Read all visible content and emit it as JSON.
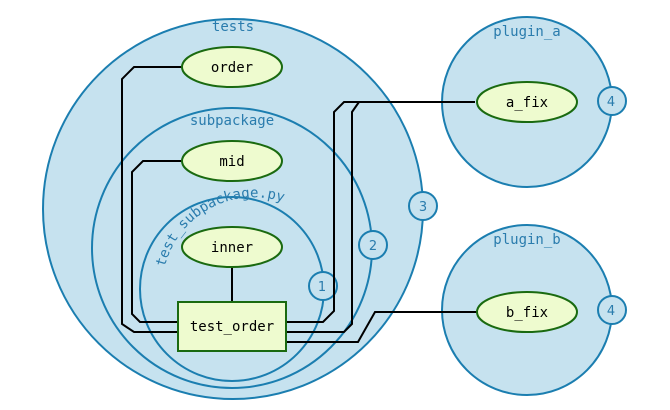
{
  "scopes": {
    "tests": "tests",
    "subpackage": "subpackage",
    "test_module": "test_subpackage.py",
    "plugin_a": "plugin_a",
    "plugin_b": "plugin_b"
  },
  "levels": {
    "tests": "3",
    "subpackage": "2",
    "test_module": "1",
    "plugin_a": "4",
    "plugin_b": "4"
  },
  "fixtures": {
    "order": "order",
    "mid": "mid",
    "inner": "inner",
    "a_fix": "a_fix",
    "b_fix": "b_fix"
  },
  "test": {
    "name": "test_order"
  },
  "colors": {
    "scope_fill": "#c6e2ef",
    "scope_stroke": "#1b7eb0",
    "fixture_fill": "#eefbcf",
    "fixture_stroke": "#1a6a10"
  }
}
